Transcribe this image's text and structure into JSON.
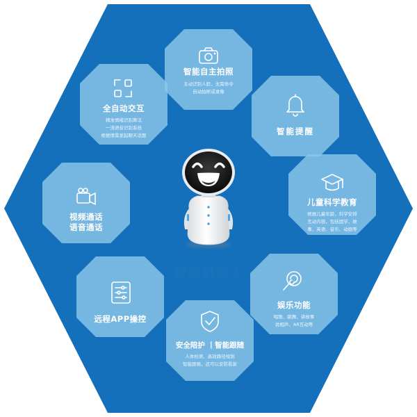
{
  "center": {
    "title": "智能机器人"
  },
  "features": [
    {
      "id": "photo",
      "icon": "camera-icon",
      "title": "智能自主拍照",
      "desc": [
        "主动识别人脸，无需命令",
        "自动拍照或录像"
      ]
    },
    {
      "id": "reminder",
      "icon": "bell-icon",
      "title": "智能提醒",
      "desc": []
    },
    {
      "id": "education",
      "icon": "graduation-cap-icon",
      "title": "儿童科学教育",
      "desc": [
        "根据儿童年龄，科学安排",
        "互动内容，包括国学、故",
        "事、英语、音乐、动画等"
      ]
    },
    {
      "id": "entertainment",
      "icon": "lollipop-icon",
      "title": "娱乐功能",
      "desc": [
        "唱歌、跳舞、讲故事",
        "说相声、AR互动等"
      ]
    },
    {
      "id": "security",
      "icon": "shield-check-icon",
      "title": "安全陪护 丨智能跟随",
      "desc": [
        "人体检测、高效路径规划",
        "智能跟随，还可以安防看家"
      ]
    },
    {
      "id": "remote",
      "icon": "sliders-icon",
      "title": "远程APP操控",
      "desc": []
    },
    {
      "id": "video",
      "icon": "video-camera-icon",
      "title_lines": [
        "视频通话",
        "语音通话"
      ],
      "desc": []
    },
    {
      "id": "interaction",
      "icon": "apps-icon",
      "title": "全自动交互",
      "desc": [
        "精准情绪识别算法",
        "一流语音识别系统",
        "根据情景发起聊天话题"
      ]
    }
  ],
  "colors": {
    "hexagon": "#1570bb",
    "octagon": "#8cc7ea",
    "octagon_opacity": 0.82,
    "title": "#1a73b8",
    "white": "#ffffff"
  }
}
